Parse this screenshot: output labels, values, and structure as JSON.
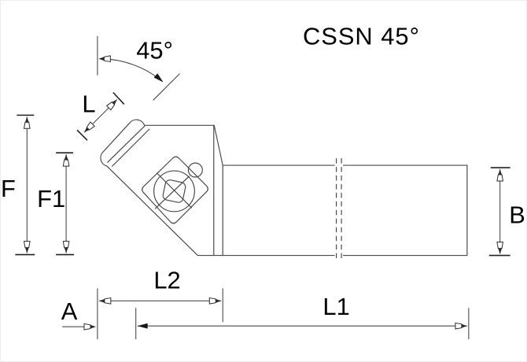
{
  "title": "CSSN 45°",
  "labels": {
    "angle": "45°",
    "insert_edge": "L",
    "height_overall": "F",
    "height_to_insert": "F1",
    "shank_height": "B",
    "tip_offset": "A",
    "head_length": "L2",
    "overall_length": "L1"
  },
  "colors": {
    "background": "#ffffff",
    "line": "#4a4a4a",
    "text": "#000000"
  }
}
